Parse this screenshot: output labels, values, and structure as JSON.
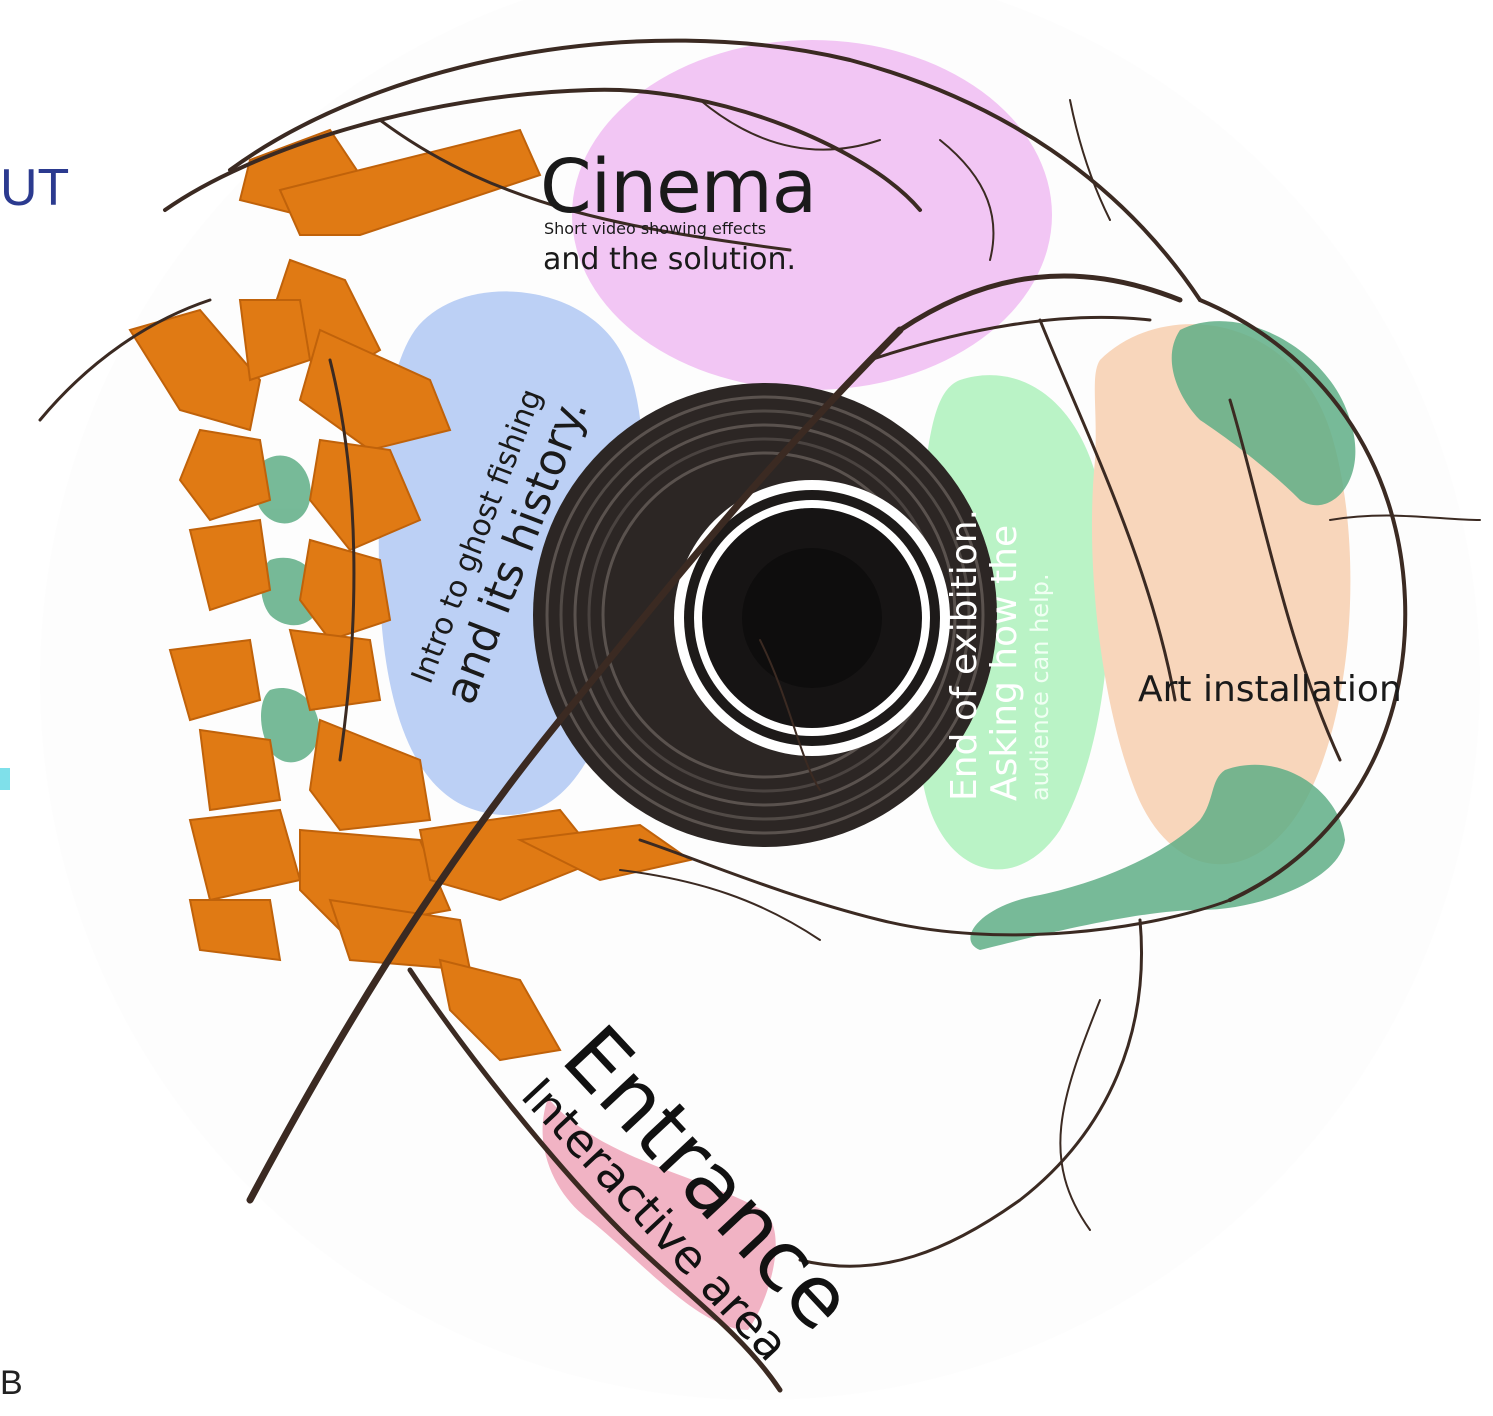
{
  "edge_text": {
    "top_fragment": "UT",
    "bottom_fragment": "B"
  },
  "zones": {
    "cinema": {
      "title": "Cinema",
      "line1": "Short video showing effects",
      "line2": "and the solution."
    },
    "intro": {
      "line1": "Intro to ghost fishing",
      "line2": "and its history."
    },
    "end": {
      "line1": "End of exibition.",
      "line2": "Asking how the",
      "line3": "audience can help."
    },
    "art": {
      "label": "Art installation"
    },
    "entrance": {
      "title": "Entrance",
      "subtitle": "Interactive area"
    }
  },
  "colors": {
    "cinema": "#f2c6f4",
    "intro": "#bcd0f5",
    "end": "#baf3c6",
    "art": "#f8d6bb",
    "entrance": "#f1b3c4",
    "edge_text": "#2b3a8f",
    "twig": "#3b2a22",
    "paper": "#e07a14",
    "felt": "#5fae86"
  }
}
